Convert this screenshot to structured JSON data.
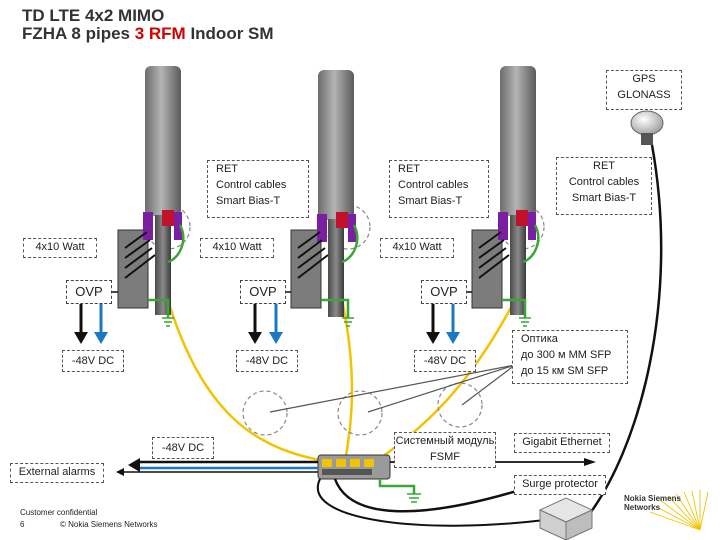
{
  "title": {
    "line1": "TD LTE 4x2 MIMO",
    "line2_pre": "FZHA 8 pipes ",
    "line2_red": "3 RFM",
    "line2_post": " Indoor SM"
  },
  "gps_box": {
    "line1": "GPS",
    "line2": "GLONASS"
  },
  "ret_box": {
    "line1": "RET",
    "line2": "Control cables",
    "line3": "Smart Bias-T"
  },
  "power_label": "4x10 Watt",
  "ovp_label": "OVP",
  "dc_label": "-48V DC",
  "fsmf_dc_label": "-48V DC",
  "optics_box": {
    "line1": "Оптика",
    "line2": "до 300 м MM SFP",
    "line3": "до 15 км SM SFP"
  },
  "fsmf_box": {
    "line1": "Системный модуль",
    "line2": "FSMF"
  },
  "gigabit_label": "Gigabit Ethernet",
  "surge_label": "Surge protector",
  "alarms_label": "External alarms",
  "footer": {
    "confidential": "Customer confidential",
    "page": "6",
    "copyright": "© Nokia Siemens Networks"
  },
  "logo": {
    "line1": "Nokia Siemens",
    "line2": "Networks"
  },
  "colors": {
    "yellow_cable": "#f2c400",
    "blue_cable": "#1a78c2",
    "green_cable": "#3aa635",
    "purple": "#7b1fa2",
    "red_title": "#d40000"
  }
}
